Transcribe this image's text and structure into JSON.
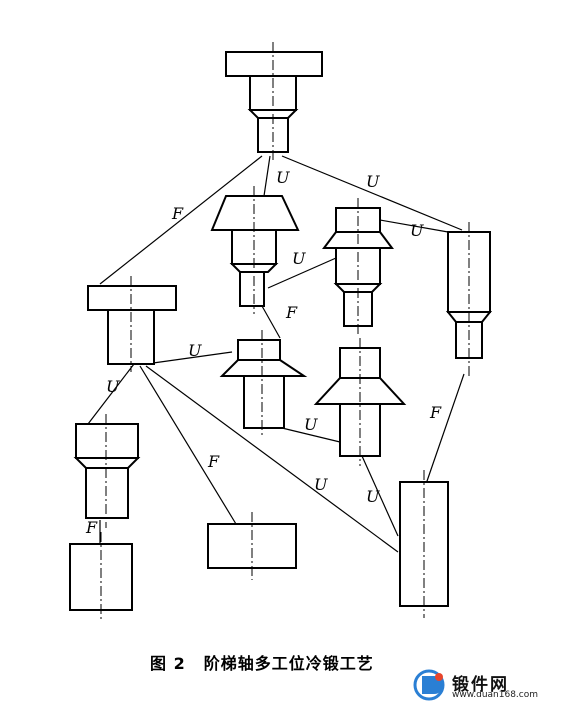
{
  "diagram": {
    "caption_number": "图 2",
    "caption_text": "阶梯轴多工位冷锻工艺",
    "edges": [
      {
        "id": "top-to-left",
        "label": "F"
      },
      {
        "id": "top-to-cone",
        "label": "U"
      },
      {
        "id": "top-to-right",
        "label": "U"
      },
      {
        "id": "doublecone-to-right",
        "label": "U"
      },
      {
        "id": "cone-to-doublecone",
        "label": "U"
      },
      {
        "id": "cone-to-midcone",
        "label": "F"
      },
      {
        "id": "left-to-midcone",
        "label": "U"
      },
      {
        "id": "left-to-bottomleft",
        "label": "U"
      },
      {
        "id": "bottomleft-to-cylinder",
        "label": "F"
      },
      {
        "id": "left-to-block",
        "label": "F"
      },
      {
        "id": "left-to-tallbar",
        "label": "U"
      },
      {
        "id": "rightbottom-to-tallbar",
        "label": "U"
      },
      {
        "id": "rightbar-to-tallbar",
        "label": "F"
      },
      {
        "id": "midcone-to-rightbottom",
        "label": "U"
      }
    ]
  },
  "watermark": {
    "name": "锻件网",
    "url": "www.duan168.com"
  }
}
